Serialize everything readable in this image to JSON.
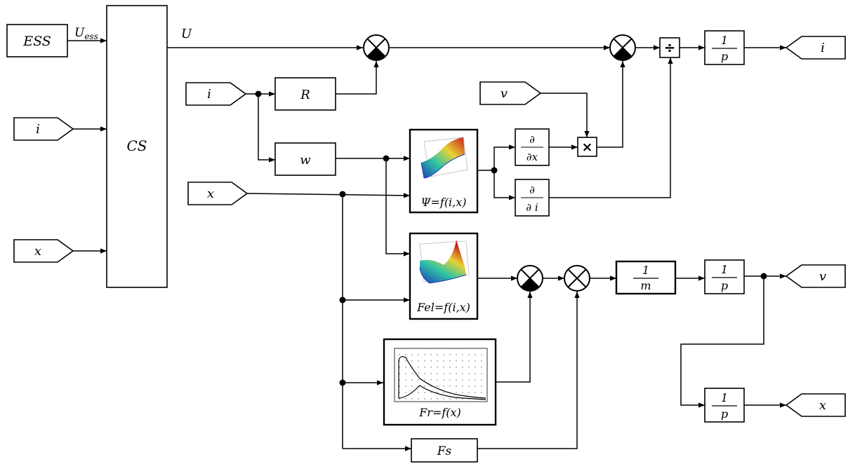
{
  "blocks": {
    "ess": "ESS",
    "cs": "CS",
    "r": "R",
    "w": "w",
    "fs": "Fs",
    "psi": "Ψ=f(i,x)",
    "fel": "Fel=f(i,x)",
    "fr": "Fr=f(x)",
    "integ_num": "1",
    "integ_den": "p",
    "mass_num": "1",
    "mass_den": "m",
    "partial": "∂",
    "partial_dx": "∂x",
    "partial_di": "∂ i",
    "divide": "÷",
    "multiply": "×"
  },
  "ports": {
    "in_i_cs": "i",
    "in_x_cs": "x",
    "in_i": "i",
    "in_x": "x",
    "in_v": "v",
    "out_i": "i",
    "out_v": "v",
    "out_x": "x"
  },
  "signals": {
    "u": "U",
    "uess_main": "U",
    "uess_sub": "ess"
  },
  "colors": {
    "surface_low": "#1f3cb8",
    "surface_mid": "#2fc4a4",
    "surface_high": "#e8d234",
    "surface_peak": "#c81c1c"
  }
}
